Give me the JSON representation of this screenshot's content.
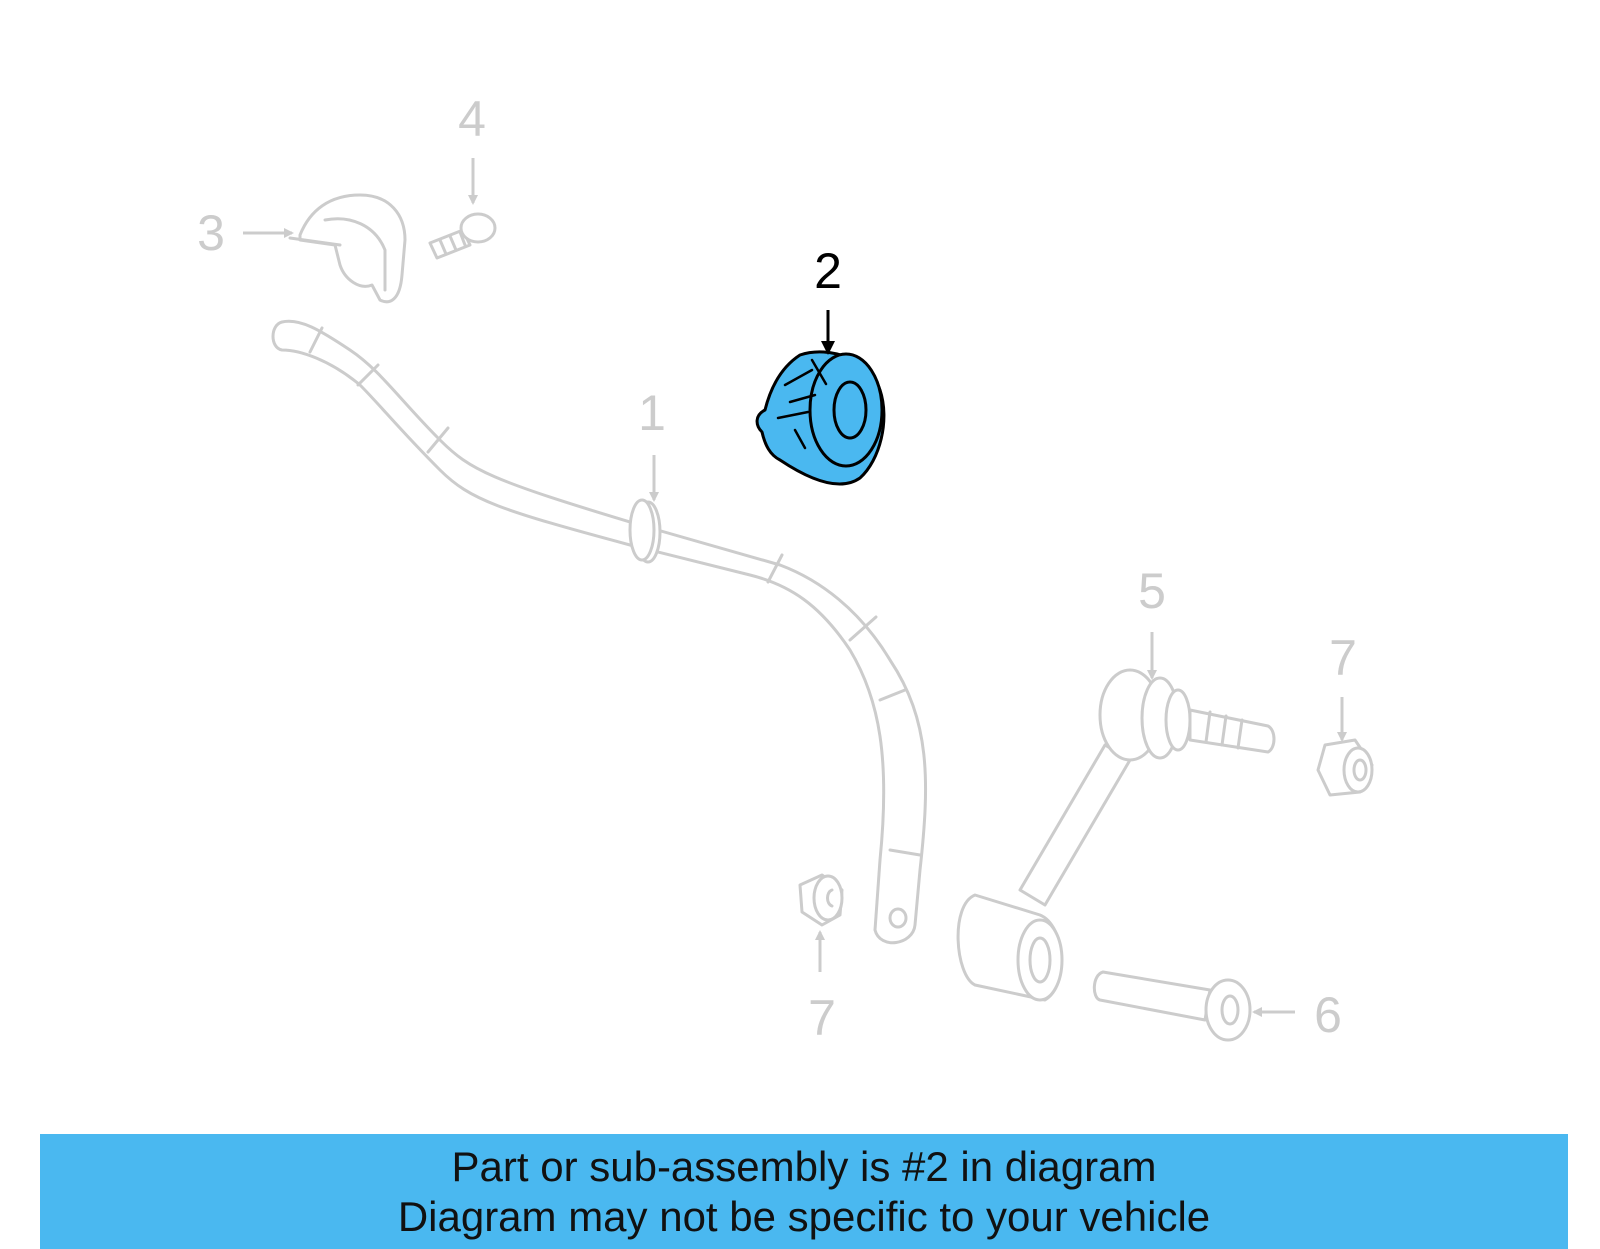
{
  "diagram": {
    "highlight_color": "#4ab8f0",
    "muted_color": "#cccccc",
    "callouts": [
      {
        "id": "1",
        "label": "1",
        "highlighted": false
      },
      {
        "id": "2",
        "label": "2",
        "highlighted": true
      },
      {
        "id": "3",
        "label": "3",
        "highlighted": false
      },
      {
        "id": "4",
        "label": "4",
        "highlighted": false
      },
      {
        "id": "5",
        "label": "5",
        "highlighted": false
      },
      {
        "id": "6",
        "label": "6",
        "highlighted": false
      },
      {
        "id": "7a",
        "label": "7",
        "highlighted": false
      },
      {
        "id": "7b",
        "label": "7",
        "highlighted": false
      }
    ]
  },
  "banner": {
    "background_color": "#4ab8f0",
    "line1": "Part or sub-assembly is #2 in diagram",
    "line2": "Diagram may not be specific to your vehicle"
  }
}
